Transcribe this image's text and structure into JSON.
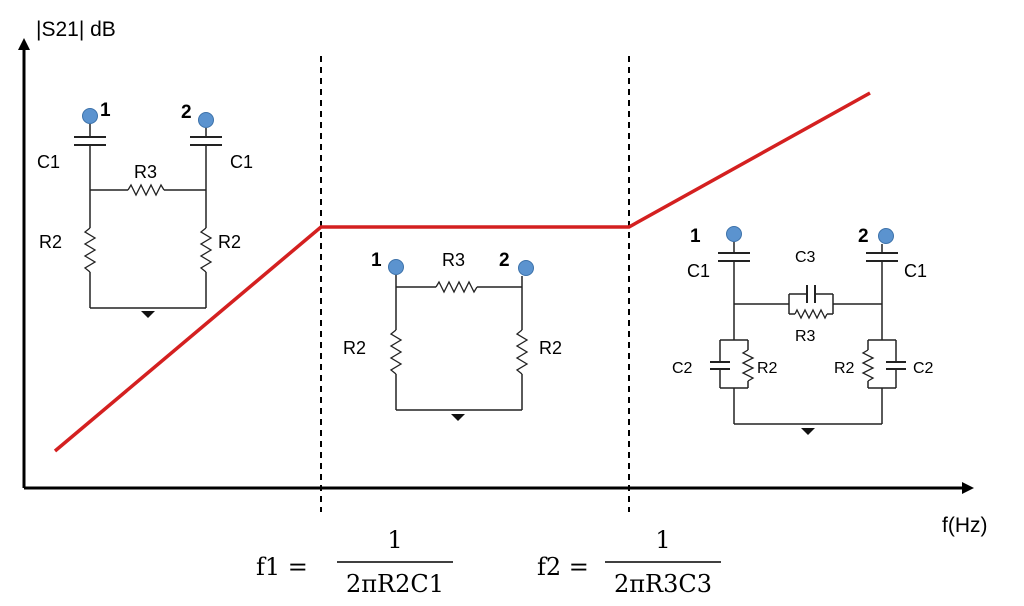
{
  "axes": {
    "y_label": "|S21| dB",
    "x_label": "f(Hz)"
  },
  "colors": {
    "response_line": "#d42020",
    "port_dot": "#5b93cf",
    "wire": "#222222"
  },
  "circuits": {
    "low": {
      "port1": "1",
      "port2": "2",
      "c1_left": "C1",
      "c1_right": "C1",
      "r3": "R3",
      "r2_left": "R2",
      "r2_right": "R2"
    },
    "mid": {
      "port1": "1",
      "port2": "2",
      "r3": "R3",
      "r2_left": "R2",
      "r2_right": "R2"
    },
    "high": {
      "port1": "1",
      "port2": "2",
      "c1_left": "C1",
      "c1_right": "C1",
      "c3": "C3",
      "r3": "R3",
      "c2_left": "C2",
      "r2_left": "R2",
      "r2_right": "R2",
      "c2_right": "C2"
    }
  },
  "equations": {
    "f1": {
      "lhs": "f1 =",
      "numerator": "1",
      "denominator": "2πR2C1"
    },
    "f2": {
      "lhs": "f2 =",
      "numerator": "1",
      "denominator": "2πR3C3"
    }
  }
}
